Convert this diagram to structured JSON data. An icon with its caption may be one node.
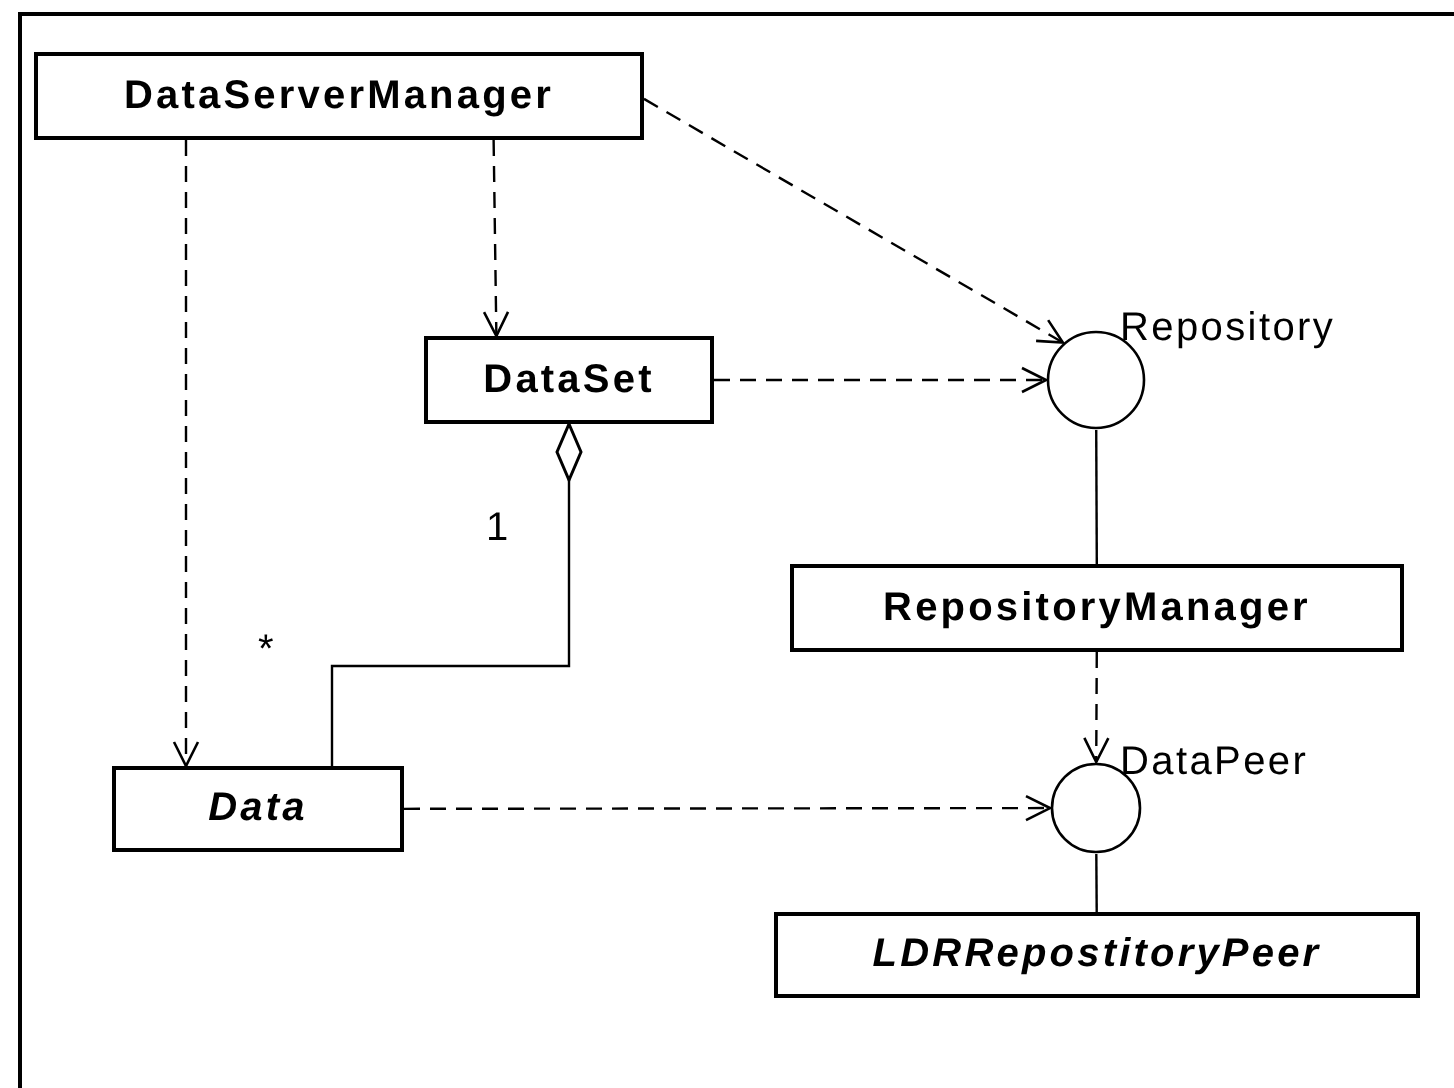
{
  "diagram": {
    "nodes": [
      {
        "text": [
          "DataServerManager"
        ]
      },
      {
        "text": [
          "DataSet"
        ]
      },
      {
        "text": [],
        "shape": "circle",
        "beside": [
          "Repository"
        ]
      },
      {
        "text": [
          "RepositoryManager"
        ]
      },
      {
        "text": [
          "Data"
        ]
      },
      {
        "text": [],
        "shape": "circle",
        "beside": [
          "DataPeer"
        ]
      },
      {
        "text": [
          "LDRRepostitoryPeer"
        ]
      }
    ],
    "edges": [
      {
        "from": 0,
        "to": 1,
        "arrow": "to",
        "style": "dashed"
      },
      {
        "from": 0,
        "to": 4,
        "arrow": "to",
        "style": "dashed"
      },
      {
        "from": 0,
        "to": 2,
        "arrow": "to",
        "style": "dashed"
      },
      {
        "from": 1,
        "to": 2,
        "arrow": "to",
        "style": "dashed"
      },
      {
        "from": 1,
        "to": 4,
        "arrow": "other"
      },
      {
        "from": 2,
        "to": 3,
        "arrow": "none"
      },
      {
        "from": 3,
        "to": 5,
        "arrow": "to",
        "style": "dashed"
      },
      {
        "from": 4,
        "to": 5,
        "arrow": "to",
        "style": "dashed"
      },
      {
        "from": 5,
        "to": 6,
        "arrow": "none"
      }
    ],
    "labels": [
      "1",
      "*"
    ]
  }
}
